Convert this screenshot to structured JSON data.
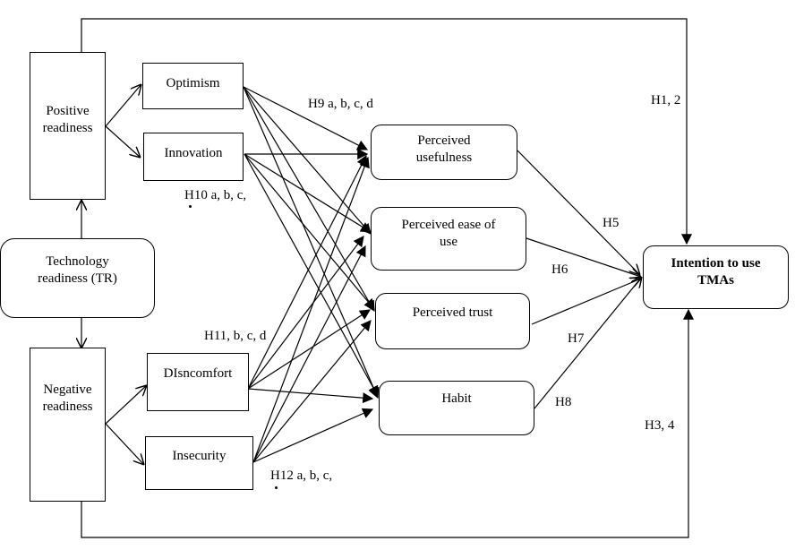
{
  "diagram": {
    "title": "Technology readiness research model",
    "nodes": {
      "positive_readiness": "Positive\nreadiness",
      "technology_readiness": "Technology\nreadiness (TR)",
      "negative_readiness": "Negative\nreadiness",
      "optimism": "Optimism",
      "innovation": "Innovation",
      "discomfort": "DIsncomfort",
      "insecurity": "Insecurity",
      "perceived_usefulness": "Perceived\nusefulness",
      "perceived_ease_of_use": "Perceived ease of\nuse",
      "perceived_trust": "Perceived trust",
      "habit": "Habit",
      "intention": "Intention to use\nTMAs"
    },
    "labels": {
      "h1_2": "H1, 2",
      "h3_4": "H3, 4",
      "h5": "H5",
      "h6": "H6",
      "h7": "H7",
      "h8": "H8",
      "h9": "H9 a, b, c, d",
      "h10": "H10 a, b, c,",
      "h11": "H11, b, c, d",
      "h12": "H12 a, b, c,"
    },
    "edges": [
      {
        "from": "technology_readiness",
        "to": "positive_readiness",
        "arrow": "open"
      },
      {
        "from": "technology_readiness",
        "to": "negative_readiness",
        "arrow": "open"
      },
      {
        "from": "positive_readiness",
        "to": "optimism",
        "arrow": "open"
      },
      {
        "from": "positive_readiness",
        "to": "innovation",
        "arrow": "open"
      },
      {
        "from": "negative_readiness",
        "to": "discomfort",
        "arrow": "open"
      },
      {
        "from": "negative_readiness",
        "to": "insecurity",
        "arrow": "open"
      },
      {
        "from": "optimism",
        "to": "perceived_usefulness",
        "arrow": "filled",
        "hypothesis": "H9a"
      },
      {
        "from": "optimism",
        "to": "perceived_ease_of_use",
        "arrow": "filled",
        "hypothesis": "H9b"
      },
      {
        "from": "optimism",
        "to": "perceived_trust",
        "arrow": "filled",
        "hypothesis": "H9c"
      },
      {
        "from": "optimism",
        "to": "habit",
        "arrow": "filled",
        "hypothesis": "H9d"
      },
      {
        "from": "innovation",
        "to": "perceived_usefulness",
        "arrow": "filled",
        "hypothesis": "H10a"
      },
      {
        "from": "innovation",
        "to": "perceived_ease_of_use",
        "arrow": "filled",
        "hypothesis": "H10b"
      },
      {
        "from": "innovation",
        "to": "perceived_trust",
        "arrow": "filled",
        "hypothesis": "H10c"
      },
      {
        "from": "innovation",
        "to": "habit",
        "arrow": "filled",
        "hypothesis": "H10d"
      },
      {
        "from": "discomfort",
        "to": "perceived_usefulness",
        "arrow": "filled",
        "hypothesis": "H11a"
      },
      {
        "from": "discomfort",
        "to": "perceived_ease_of_use",
        "arrow": "filled",
        "hypothesis": "H11b"
      },
      {
        "from": "discomfort",
        "to": "perceived_trust",
        "arrow": "filled",
        "hypothesis": "H11c"
      },
      {
        "from": "discomfort",
        "to": "habit",
        "arrow": "filled",
        "hypothesis": "H11d"
      },
      {
        "from": "insecurity",
        "to": "perceived_usefulness",
        "arrow": "filled",
        "hypothesis": "H12a"
      },
      {
        "from": "insecurity",
        "to": "perceived_ease_of_use",
        "arrow": "filled",
        "hypothesis": "H12b"
      },
      {
        "from": "insecurity",
        "to": "perceived_trust",
        "arrow": "filled",
        "hypothesis": "H12c"
      },
      {
        "from": "insecurity",
        "to": "habit",
        "arrow": "filled",
        "hypothesis": "H12d"
      },
      {
        "from": "perceived_usefulness",
        "to": "intention",
        "arrow": "open",
        "hypothesis": "H5"
      },
      {
        "from": "perceived_ease_of_use",
        "to": "intention",
        "arrow": "open",
        "hypothesis": "H6"
      },
      {
        "from": "perceived_trust",
        "to": "intention",
        "arrow": "open",
        "hypothesis": "H7"
      },
      {
        "from": "habit",
        "to": "intention",
        "arrow": "open",
        "hypothesis": "H8"
      },
      {
        "from": "positive_readiness",
        "to": "intention",
        "arrow": "filled",
        "hypothesis": "H1, 2"
      },
      {
        "from": "negative_readiness",
        "to": "intention",
        "arrow": "filled",
        "hypothesis": "H3, 4"
      }
    ]
  }
}
